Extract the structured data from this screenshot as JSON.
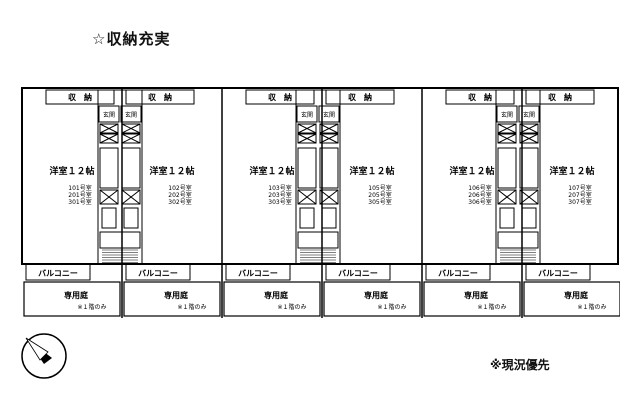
{
  "title": "☆収納充実",
  "note": "※現況優先",
  "labels": {
    "storage": "収　納",
    "entrance": "玄関",
    "balcony": "バルコニー",
    "private_garden": "専用庭",
    "first_floor_only": "※１階のみ"
  },
  "units": [
    {
      "room": "洋室１２帖",
      "nums": [
        "101号室",
        "201号室",
        "301号室"
      ]
    },
    {
      "room": "洋室１２帖",
      "nums": [
        "102号室",
        "202号室",
        "302号室"
      ]
    },
    {
      "room": "洋室１２帖",
      "nums": [
        "103号室",
        "203号室",
        "303号室"
      ]
    },
    {
      "room": "洋室１２帖",
      "nums": [
        "105号室",
        "205号室",
        "305号室"
      ]
    },
    {
      "room": "洋室１２帖",
      "nums": [
        "106号室",
        "206号室",
        "306号室"
      ]
    },
    {
      "room": "洋室１２帖",
      "nums": [
        "107号室",
        "207号室",
        "307号室"
      ]
    }
  ]
}
